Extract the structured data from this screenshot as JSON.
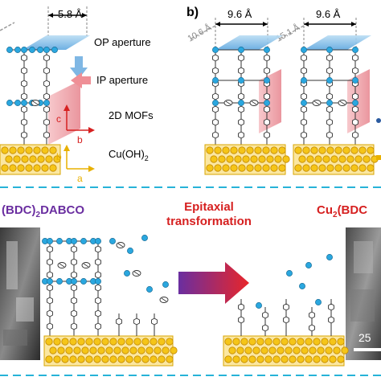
{
  "panel_a": {
    "dim_top": "5.8 Å",
    "legend": {
      "op_aperture": "OP aperture",
      "ip_aperture": "IP aperture",
      "mofs_2d": "2D MOFs",
      "cu_oh2_base": "Cu(OH)",
      "cu_oh2_sub": "2"
    },
    "axes_upper": {
      "c": "c",
      "b": "b"
    },
    "axes_lower": {
      "b": "b",
      "a": "a"
    }
  },
  "panel_b": {
    "label": "b)",
    "dim_left": "9.6 Å",
    "dim_right": "9.6 Å",
    "diag_left": "10.6 Å",
    "diag_right": "15.1 Å"
  },
  "bottom": {
    "left_title_base": "(BDC)",
    "left_title_sub": "2",
    "left_title_tail": "DABCO",
    "center_line1": "Epitaxial",
    "center_line2": "transformation",
    "right_title_base": "Cu",
    "right_title_sub": "2",
    "right_title_tail": "(BDC",
    "scale_text": "25"
  },
  "colors": {
    "copper_yellow": "#f5c518",
    "linker_blue": "#2aa7df",
    "op_blue": "#6ab0e3",
    "ip_pink": "#ee9aa2",
    "title_purple": "#6a2ea0",
    "title_red": "#d62020",
    "dash_cyan": "#27b3d8"
  }
}
